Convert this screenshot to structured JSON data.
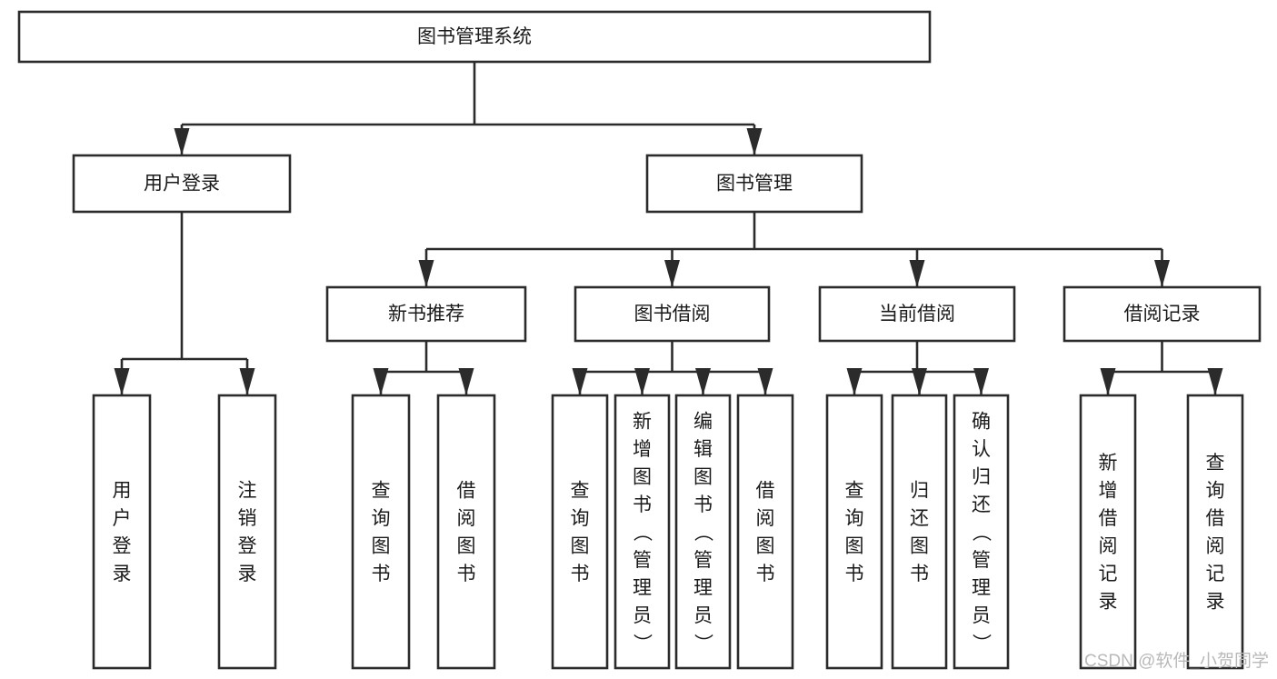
{
  "diagram": {
    "type": "tree",
    "title": "图书管理系统",
    "orientation": "top-down",
    "levels": 4,
    "colors": {
      "box_fill": "#ffffff",
      "box_stroke": "#2b2b2b",
      "text": "#1a1a1a",
      "watermark": "#b9b9b9",
      "background": "#ffffff"
    },
    "root": {
      "id": "root",
      "label": "图书管理系统",
      "orientation": "horizontal"
    },
    "level2": [
      {
        "id": "user-login",
        "label": "用户登录",
        "orientation": "horizontal"
      },
      {
        "id": "book-management",
        "label": "图书管理",
        "orientation": "horizontal"
      }
    ],
    "level3": [
      {
        "id": "new-book-recommend",
        "label": "新书推荐",
        "orientation": "horizontal",
        "parent": "book-management"
      },
      {
        "id": "book-borrow",
        "label": "图书借阅",
        "orientation": "horizontal",
        "parent": "book-management"
      },
      {
        "id": "current-borrow",
        "label": "当前借阅",
        "orientation": "horizontal",
        "parent": "book-management"
      },
      {
        "id": "borrow-record",
        "label": "借阅记录",
        "orientation": "horizontal",
        "parent": "book-management"
      }
    ],
    "leaves": [
      {
        "id": "leaf-user-login",
        "label": "用户登录",
        "orientation": "vertical",
        "parent": "user-login"
      },
      {
        "id": "leaf-user-logout",
        "label": "注销登录",
        "orientation": "vertical",
        "parent": "user-login"
      },
      {
        "id": "leaf-query-book-1",
        "label": "查询图书",
        "orientation": "vertical",
        "parent": "new-book-recommend"
      },
      {
        "id": "leaf-borrow-book-1",
        "label": "借阅图书",
        "orientation": "vertical",
        "parent": "new-book-recommend"
      },
      {
        "id": "leaf-query-book-2",
        "label": "查询图书",
        "orientation": "vertical",
        "parent": "book-borrow"
      },
      {
        "id": "leaf-add-book",
        "label": "新增图书（管理员）",
        "orientation": "vertical",
        "parent": "book-borrow"
      },
      {
        "id": "leaf-edit-book",
        "label": "编辑图书（管理员）",
        "orientation": "vertical",
        "parent": "book-borrow"
      },
      {
        "id": "leaf-borrow-book-2",
        "label": "借阅图书",
        "orientation": "vertical",
        "parent": "book-borrow"
      },
      {
        "id": "leaf-query-book-3",
        "label": "查询图书",
        "orientation": "vertical",
        "parent": "current-borrow"
      },
      {
        "id": "leaf-return-book",
        "label": "归还图书",
        "orientation": "vertical",
        "parent": "current-borrow"
      },
      {
        "id": "leaf-confirm-return",
        "label": "确认归还（管理员）",
        "orientation": "vertical",
        "parent": "current-borrow"
      },
      {
        "id": "leaf-add-record",
        "label": "新增借阅记录",
        "orientation": "vertical",
        "parent": "borrow-record"
      },
      {
        "id": "leaf-query-record",
        "label": "查询借阅记录",
        "orientation": "vertical",
        "parent": "borrow-record"
      }
    ]
  },
  "watermark": {
    "label": "CSDN @软件_小贺同学"
  }
}
